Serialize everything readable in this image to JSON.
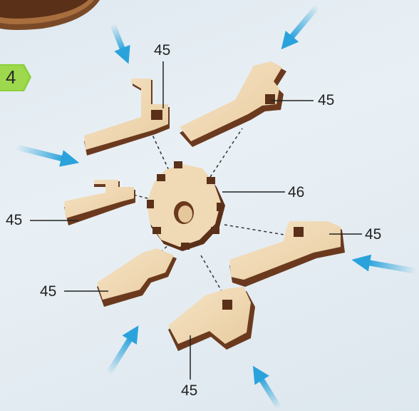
{
  "step": {
    "number": "4"
  },
  "parts": {
    "hub_label": "46",
    "tooth_label": "45"
  },
  "colors": {
    "badge_green": "#8ccf3a",
    "arrow_blue": "#2aa3dc",
    "wood_light": "#f0d9b5",
    "wood_dark": "#6b3a1e"
  }
}
